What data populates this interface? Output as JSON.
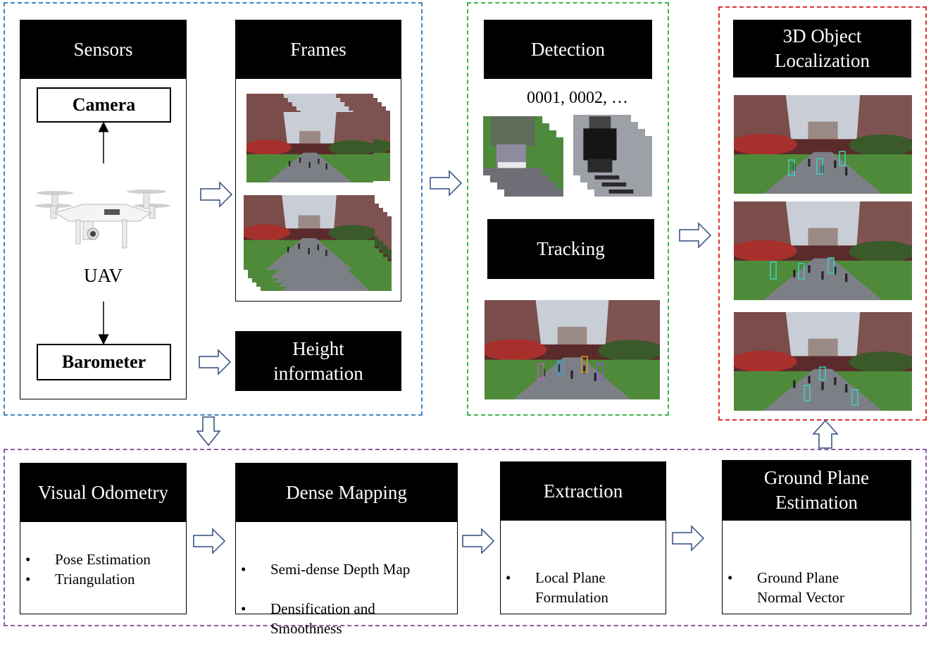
{
  "sensors": {
    "header": "Sensors",
    "camera": "Camera",
    "uav": "UAV",
    "barometer": "Barometer"
  },
  "frames": {
    "header": "Frames"
  },
  "height": {
    "header": "Height\ninformation"
  },
  "detection": {
    "header": "Detection",
    "ids": "0001, 0002, …"
  },
  "tracking": {
    "header": "Tracking"
  },
  "localization": {
    "header": "3D Object\nLocalization"
  },
  "visual_odometry": {
    "header": "Visual Odometry",
    "bullets": [
      "Pose Estimation",
      "Triangulation"
    ]
  },
  "dense_mapping": {
    "header": "Dense Mapping",
    "bullets": [
      "Semi-dense Depth Map",
      "Densification and\nSmoothness"
    ]
  },
  "extraction": {
    "header": "Extraction",
    "bullets": [
      "Local Plane\nFormulation"
    ]
  },
  "ground_plane": {
    "header": "Ground Plane\nEstimation",
    "bullets": [
      "Ground Plane\nNormal Vector"
    ]
  },
  "colors": {
    "blue_frame": "#3a86c8",
    "green_frame": "#3cb44b",
    "red_frame": "#e03030",
    "purple_frame": "#8e5aa8",
    "arrow": "#2f4b7c"
  }
}
